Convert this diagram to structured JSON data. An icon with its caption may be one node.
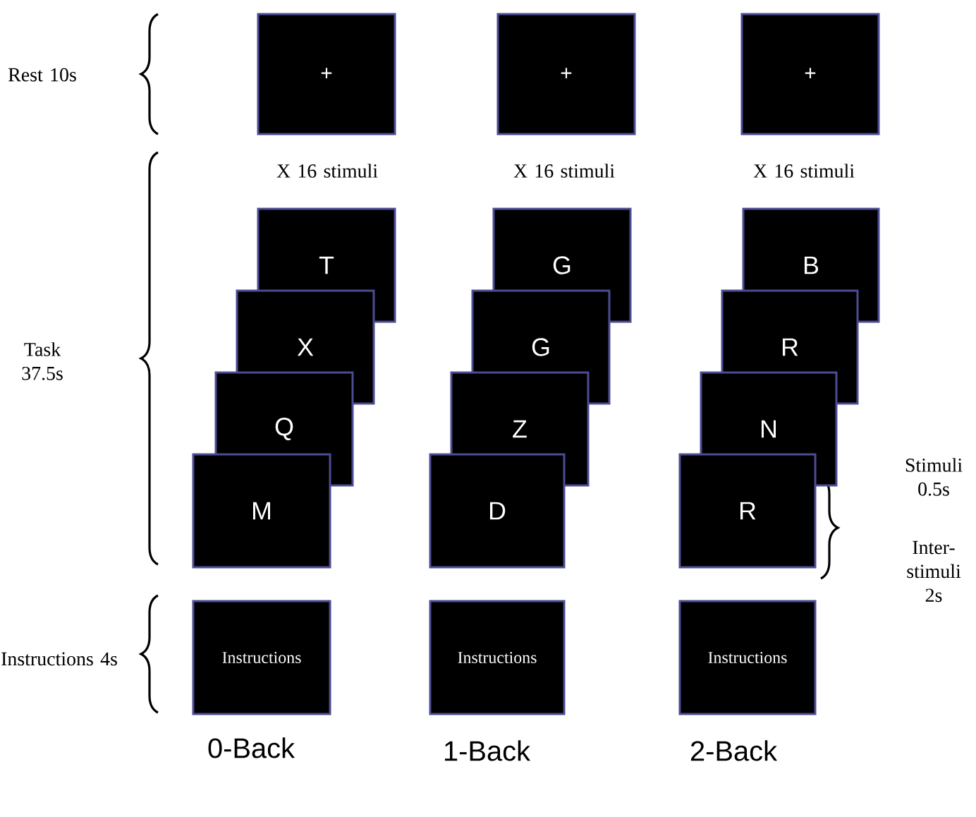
{
  "diagram": {
    "nodes": [
      {
        "text": [
          "+"
        ]
      },
      {
        "text": [
          "+"
        ]
      },
      {
        "text": [
          "+"
        ]
      },
      {
        "text": [
          "T"
        ]
      },
      {
        "text": [
          "X"
        ]
      },
      {
        "text": [
          "Q"
        ]
      },
      {
        "text": [
          "M"
        ]
      },
      {
        "text": [
          "G"
        ]
      },
      {
        "text": [
          "G"
        ]
      },
      {
        "text": [
          "Z"
        ]
      },
      {
        "text": [
          "D"
        ]
      },
      {
        "text": [
          "B"
        ]
      },
      {
        "text": [
          "R"
        ]
      },
      {
        "text": [
          "N"
        ]
      },
      {
        "text": [
          "R"
        ]
      },
      {
        "text": [
          "Instructions"
        ]
      },
      {
        "text": [
          "Instructions"
        ]
      },
      {
        "text": [
          "Instructions"
        ]
      }
    ],
    "labels": [
      "Rest 10s",
      "Task 37.5s",
      "Instructions 4s",
      "X 16 stimuli",
      "X 16 stimuli",
      "X 16 stimuli",
      "Stimuli 0.5s",
      "Inter-stimuli 2s",
      "0-Back",
      "1-Back",
      "2-Back"
    ]
  }
}
